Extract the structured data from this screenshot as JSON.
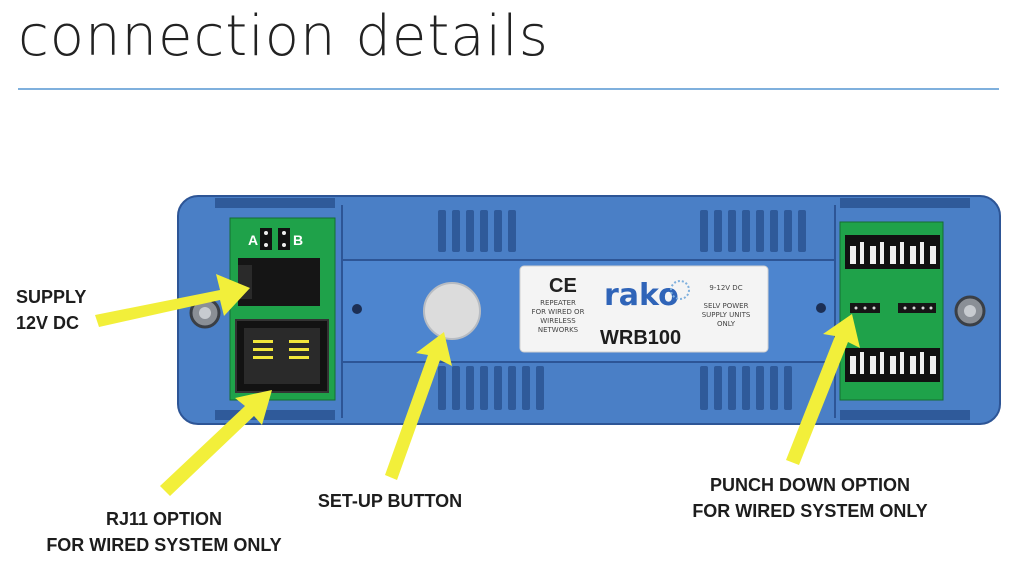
{
  "page": {
    "title": "connection details"
  },
  "device": {
    "brand": "rako",
    "model": "WRB100",
    "ce_mark": "CE",
    "label_left": [
      "REPEATER",
      "FOR WIRED OR",
      "WIRELESS",
      "NETWORKS"
    ],
    "label_right": [
      "9-12V DC",
      "SELV POWER",
      "SUPPLY UNITS",
      "ONLY"
    ],
    "jumper_a": "A",
    "jumper_b": "B"
  },
  "callouts": {
    "supply": [
      "SUPPLY",
      "12V DC"
    ],
    "rj11": [
      "RJ11 OPTION",
      "FOR WIRED SYSTEM ONLY"
    ],
    "setup": [
      "SET-UP BUTTON"
    ],
    "punch": [
      "PUNCH DOWN OPTION",
      "FOR WIRED SYSTEM ONLY"
    ]
  },
  "colors": {
    "housing": "#4a7fc6",
    "housing_dark": "#2d5596",
    "pcb": "#1fa24a",
    "arrow": "#f2ef3a",
    "rule": "#7fb0dd"
  }
}
